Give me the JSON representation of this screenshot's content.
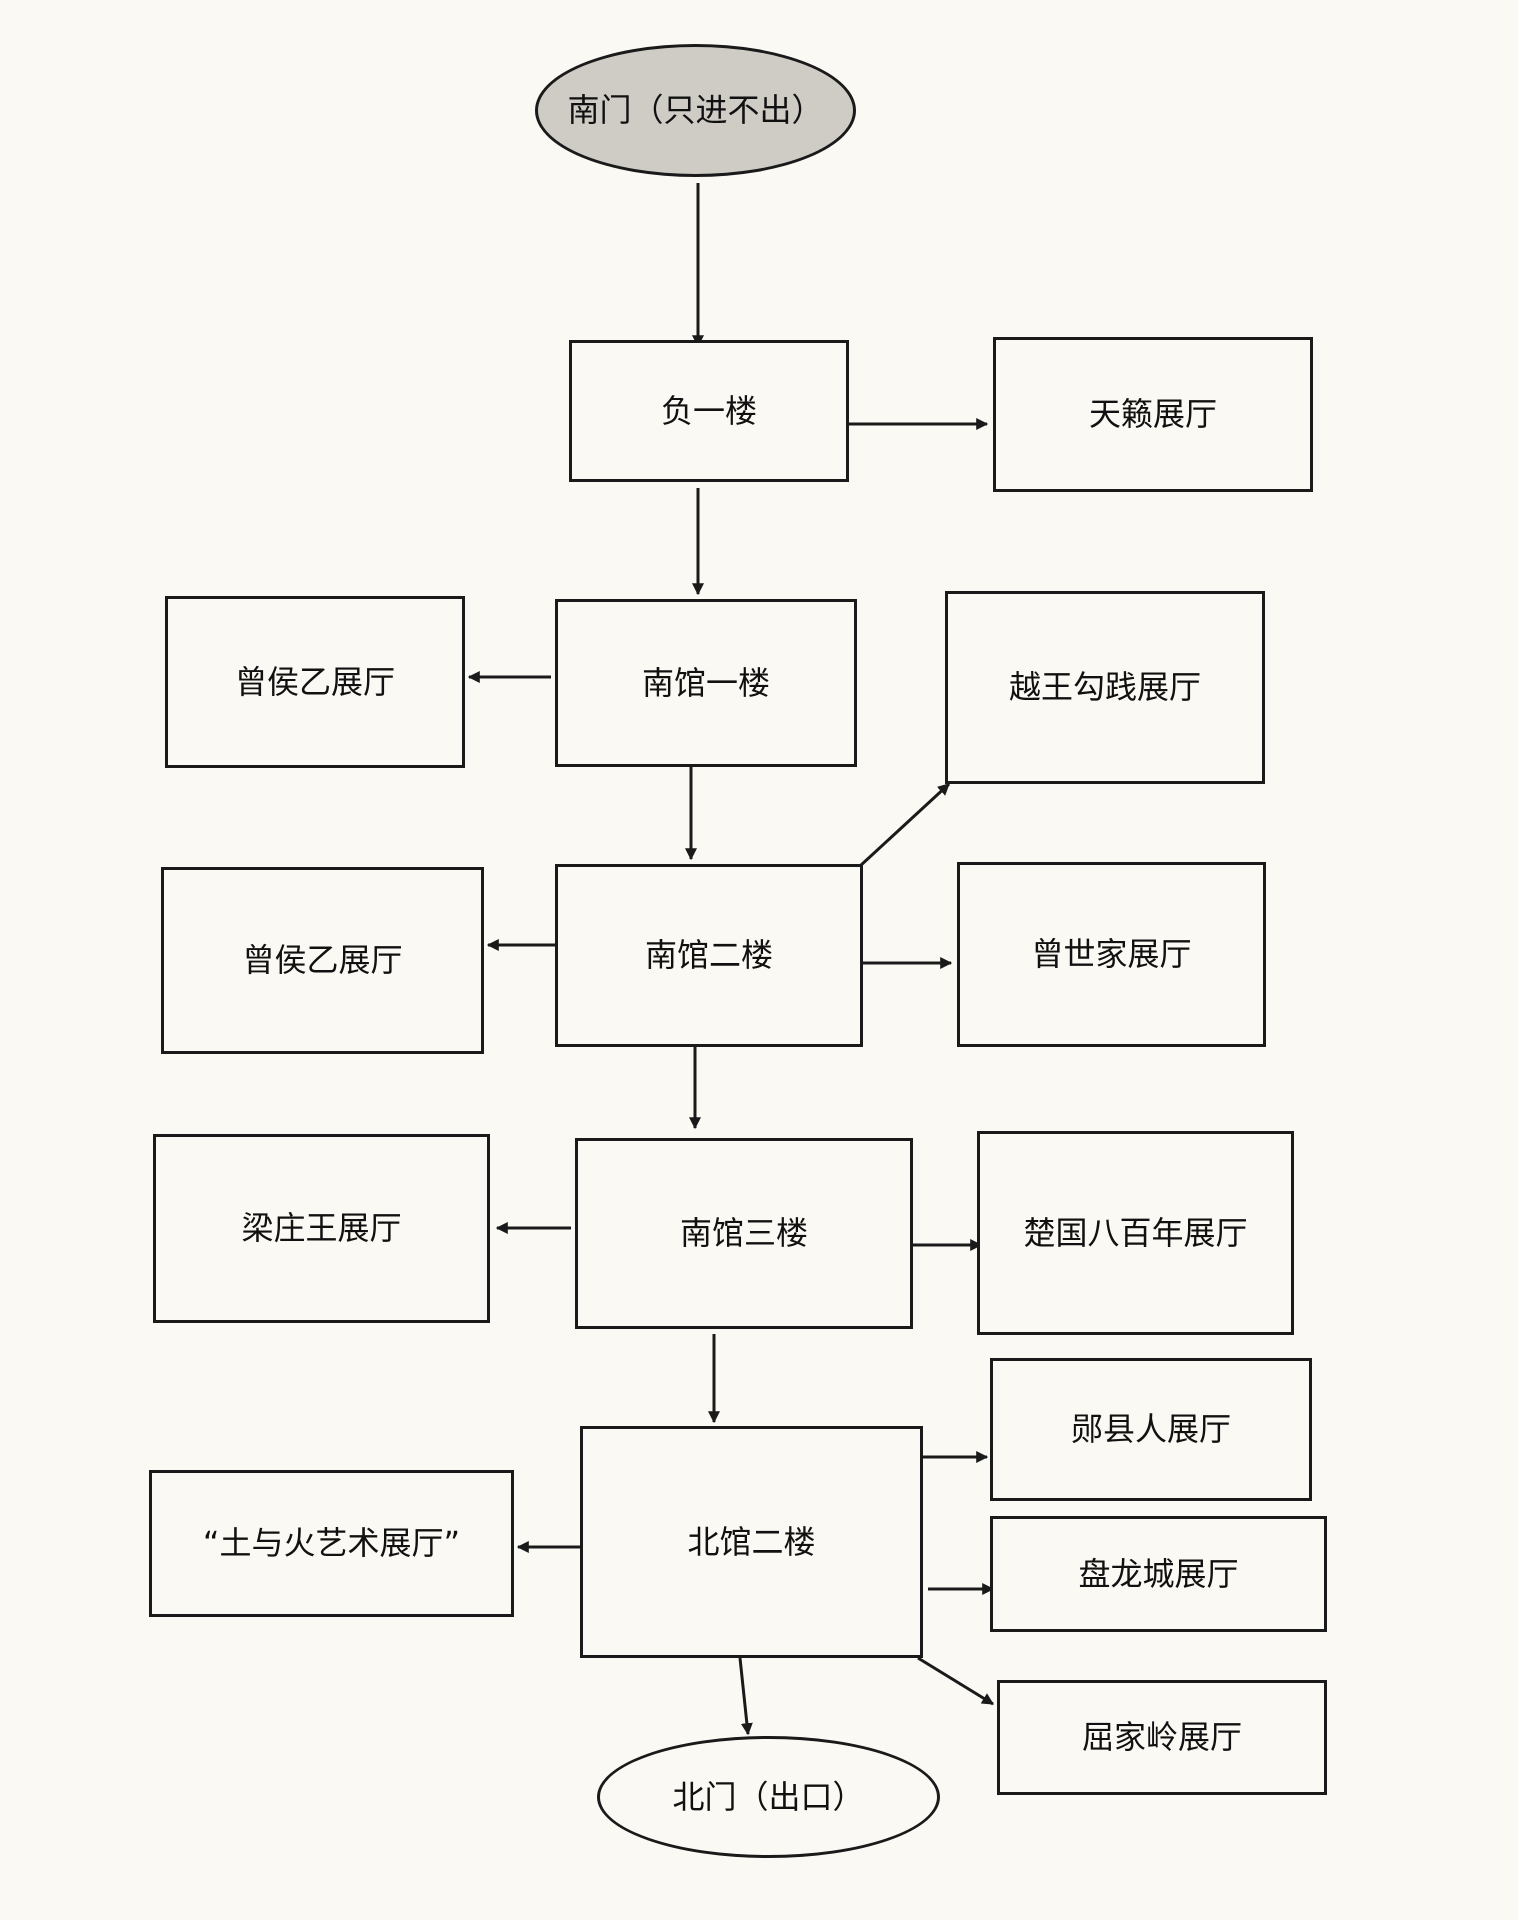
{
  "colors": {
    "background": "#fbf9f4",
    "start_fill": "#cfccc6",
    "stroke": "#1a1a1a"
  },
  "nodes": {
    "south_gate": "南门（只进不出）",
    "b1": "负一楼",
    "tianlai": "天籁展厅",
    "south_1f": "南馆一楼",
    "zenghouyi_a": "曾侯乙展厅",
    "goujian": "越王勾践展厅",
    "south_2f": "南馆二楼",
    "zenghouyi_b": "曾侯乙展厅",
    "zeng_shijia": "曾世家展厅",
    "south_3f": "南馆三楼",
    "liangzhuang": "梁庄王展厅",
    "chu": "楚国八百年展厅",
    "north_2f": "北馆二楼",
    "yunxian": "郧县人展厅",
    "tuyuhuo": "“土与火艺术展厅”",
    "panlong": "盘龙城展厅",
    "qujialing": "屈家岭展厅",
    "north_gate": "北门（出口）"
  }
}
